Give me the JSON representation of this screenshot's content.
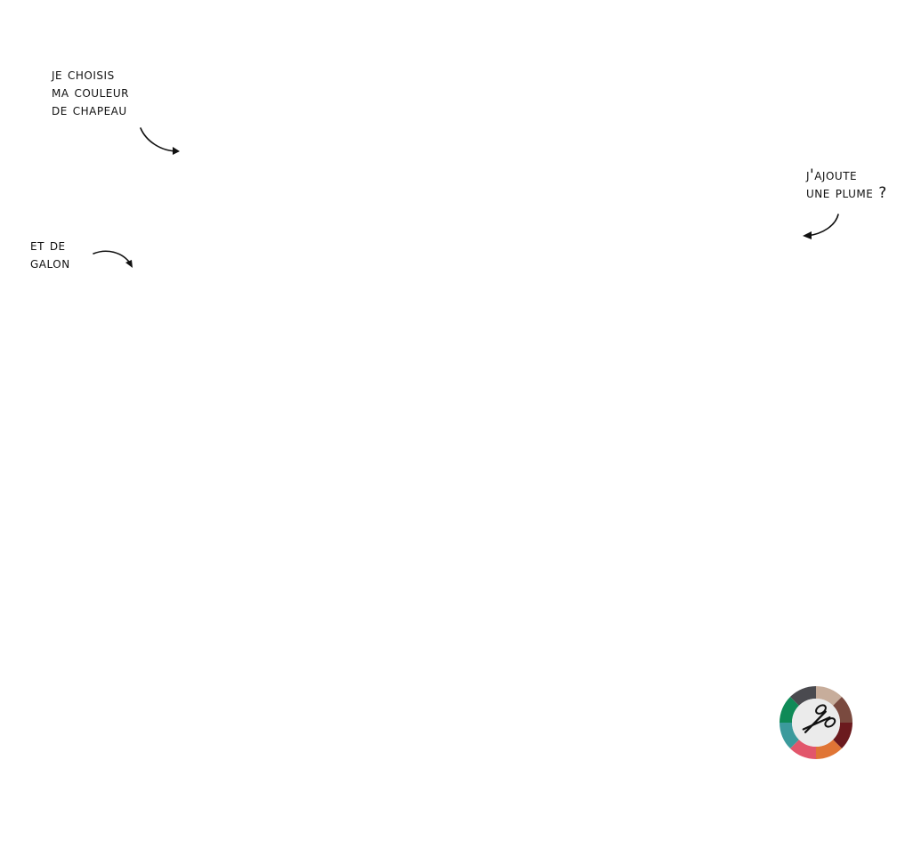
{
  "annotations": {
    "hat_color": [
      "je choisis",
      "ma couleur",
      "de chapeau"
    ],
    "galon": [
      "et de",
      "galon"
    ],
    "feather": [
      "j'ajoute",
      "une plume ?"
    ]
  },
  "color_wheel": {
    "icon": "scissors-icon",
    "segments": [
      "#c7ad9b",
      "#7a4a3f",
      "#6b1a1e",
      "#e07535",
      "#e2566b",
      "#3b9a9c",
      "#0f8a57",
      "#4a4a4f"
    ]
  }
}
